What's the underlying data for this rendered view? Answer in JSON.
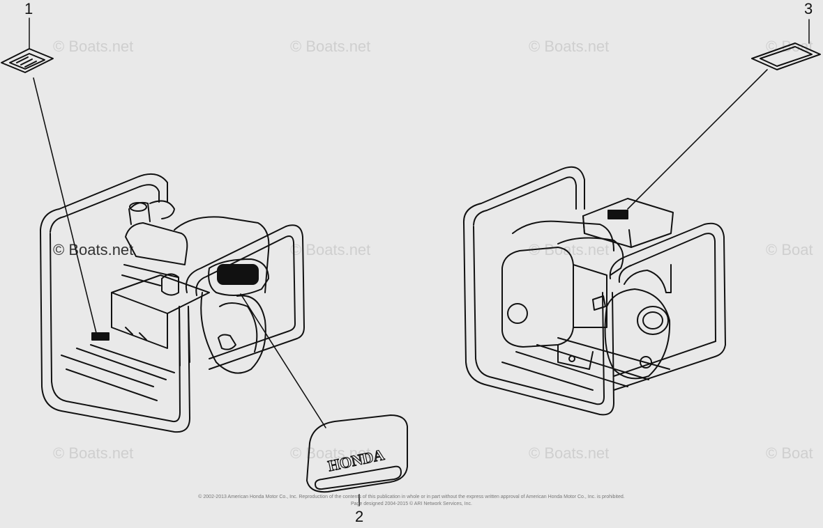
{
  "callouts": {
    "c1": "1",
    "c2": "2",
    "c3": "3"
  },
  "watermark": "© Boats.net",
  "partial_watermark": "© Boat",
  "decal_text": "HONDA",
  "footer": {
    "line1": "© 2002-2013 American Honda Motor Co., Inc. Reproduction of the contents of this publication in whole or in part without the express written approval of American Honda Motor Co., Inc. is prohibited.",
    "line2": "Page designed 2004-2015 © ARI Network Services, Inc."
  }
}
